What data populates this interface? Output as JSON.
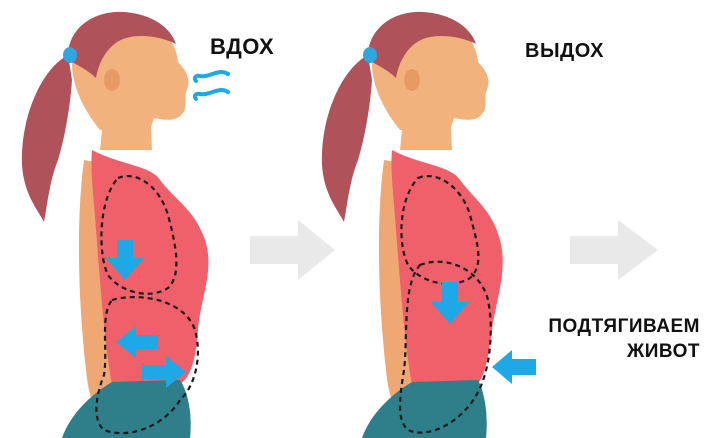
{
  "labels": {
    "inhale": "ВДОХ",
    "exhale": "ВЫДОХ",
    "pull_line1": "ПОДТЯГИВАЕМ",
    "pull_line2": "ЖИВОТ"
  },
  "colors": {
    "skin": "#F2B27E",
    "hair": "#B0525A",
    "hair_tie": "#2FA6DF",
    "top": "#F0606A",
    "pants": "#2F7F8A",
    "arrow_blue": "#1EA8E6",
    "arrow_gray": "#E9E9E9",
    "dashed_outline": "#1A1A1A"
  },
  "icons": [
    "breath-in-icon",
    "arrow-down-icon",
    "arrow-left-icon",
    "arrow-right-icon",
    "next-step-arrow-icon"
  ]
}
